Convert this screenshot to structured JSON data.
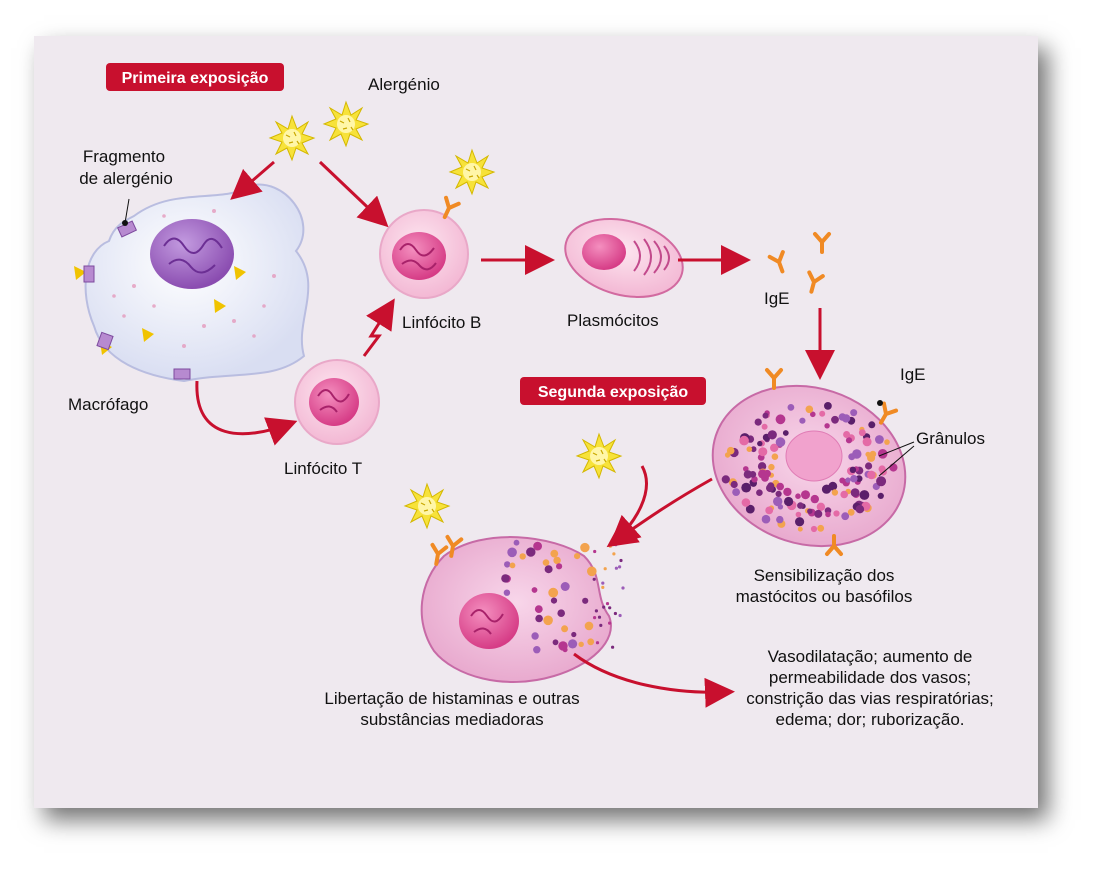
{
  "badges": {
    "first": "Primeira exposição",
    "second": "Segunda exposição"
  },
  "labels": {
    "allergen": "Alergénio",
    "fragment_line1": "Fragmento",
    "fragment_line2": "de alergénio",
    "macrophage": "Macrófago",
    "lymph_b": "Linfócito B",
    "lymph_t": "Linfócito T",
    "plasmocytes": "Plasmócitos",
    "ige_top": "IgE",
    "ige_right": "IgE",
    "granules": "Grânulos",
    "sensitization_line1": "Sensibilização dos",
    "sensitization_line2": "mastócitos ou basófilos",
    "release_line1": "Libertação de histaminas e outras",
    "release_line2": "substâncias mediadoras",
    "effects_line1": "Vasodilatação; aumento de",
    "effects_line2": "permeabilidade dos vasos;",
    "effects_line3": "constrição das vias respiratórias;",
    "effects_line4": "edema; dor; ruborização."
  },
  "colors": {
    "badge": "#c8102e",
    "arrow": "#c8102e",
    "nucleus_pink": "#e8559a",
    "nucleus_purple": "#9b59b6",
    "antibody": "#f08a24",
    "allergen": "#f7e23a"
  }
}
